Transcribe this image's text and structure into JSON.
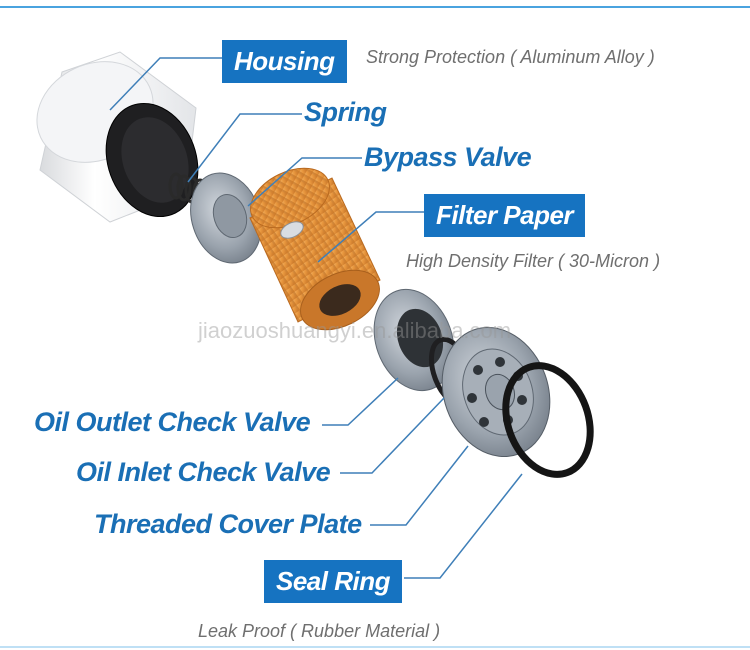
{
  "callouts": {
    "housing": {
      "label": "Housing",
      "note": "Strong Protection ( Aluminum Alloy )"
    },
    "spring": {
      "label": "Spring"
    },
    "bypass_valve": {
      "label": "Bypass Valve"
    },
    "filter_paper": {
      "label": "Filter Paper",
      "note": "High Density Filter ( 30-Micron )"
    },
    "oil_outlet_check_valve": {
      "label": "Oil Outlet Check Valve"
    },
    "oil_inlet_check_valve": {
      "label": "Oil Inlet Check Valve"
    },
    "threaded_cover_plate": {
      "label": "Threaded Cover Plate"
    },
    "seal_ring": {
      "label": "Seal Ring",
      "note": "Leak Proof ( Rubber Material )"
    }
  },
  "watermark": "jiaozuoshuangyi.en.alibaba.com",
  "colors": {
    "label_blue": "#1a6fb5",
    "box_blue": "#1673c1",
    "leader_line": "#3f7fb8",
    "filter_orange": "#e8973e",
    "note_gray": "#6f6f6f"
  }
}
